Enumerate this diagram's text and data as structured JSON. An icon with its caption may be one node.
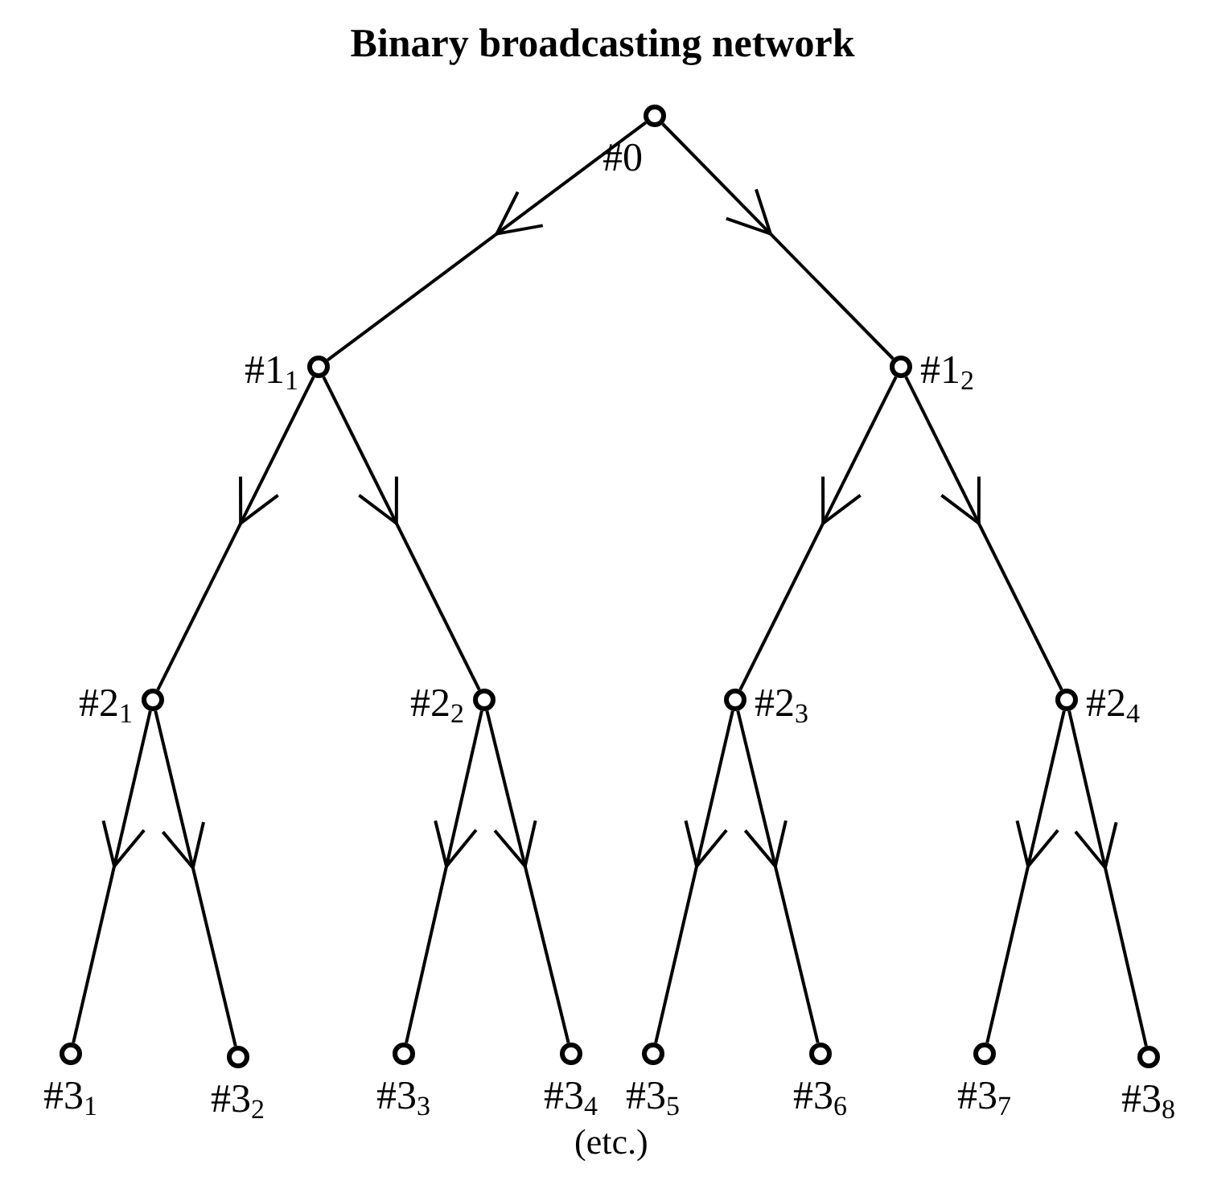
{
  "diagram": {
    "title": "Binary broadcasting network",
    "nodes": [
      {
        "text": [
          "#0"
        ]
      },
      {
        "text": [
          "#1$_{1}$"
        ]
      },
      {
        "text": [
          "#1$_{2}$"
        ]
      },
      {
        "text": [
          "#2$_{1}$"
        ]
      },
      {
        "text": [
          "#2$_{2}$"
        ]
      },
      {
        "text": [
          "#2$_{3}$"
        ]
      },
      {
        "text": [
          "#2$_{4}$"
        ]
      },
      {
        "text": [
          "#3$_{1}$"
        ]
      },
      {
        "text": [
          "#3$_{2}$"
        ]
      },
      {
        "text": [
          "#3$_{3}$"
        ]
      },
      {
        "text": [
          "#3$_{4}$"
        ]
      },
      {
        "text": [
          "#3$_{5}$"
        ]
      },
      {
        "text": [
          "#3$_{6}$"
        ]
      },
      {
        "text": [
          "#3$_{7}$"
        ]
      },
      {
        "text": [
          "#3$_{8}$"
        ]
      }
    ],
    "edges": [
      {
        "from": 0,
        "to": 1,
        "arrow": "to"
      },
      {
        "from": 0,
        "to": 2,
        "arrow": "to"
      },
      {
        "from": 1,
        "to": 3,
        "arrow": "to"
      },
      {
        "from": 1,
        "to": 4,
        "arrow": "to"
      },
      {
        "from": 2,
        "to": 5,
        "arrow": "to"
      },
      {
        "from": 2,
        "to": 6,
        "arrow": "to"
      },
      {
        "from": 3,
        "to": 7,
        "arrow": "to"
      },
      {
        "from": 3,
        "to": 8,
        "arrow": "to"
      },
      {
        "from": 4,
        "to": 9,
        "arrow": "to"
      },
      {
        "from": 4,
        "to": 10,
        "arrow": "to"
      },
      {
        "from": 5,
        "to": 11,
        "arrow": "to"
      },
      {
        "from": 5,
        "to": 12,
        "arrow": "to"
      },
      {
        "from": 6,
        "to": 13,
        "arrow": "to"
      },
      {
        "from": 6,
        "to": 14,
        "arrow": "to"
      }
    ],
    "labels": [
      "(etc.)"
    ]
  }
}
